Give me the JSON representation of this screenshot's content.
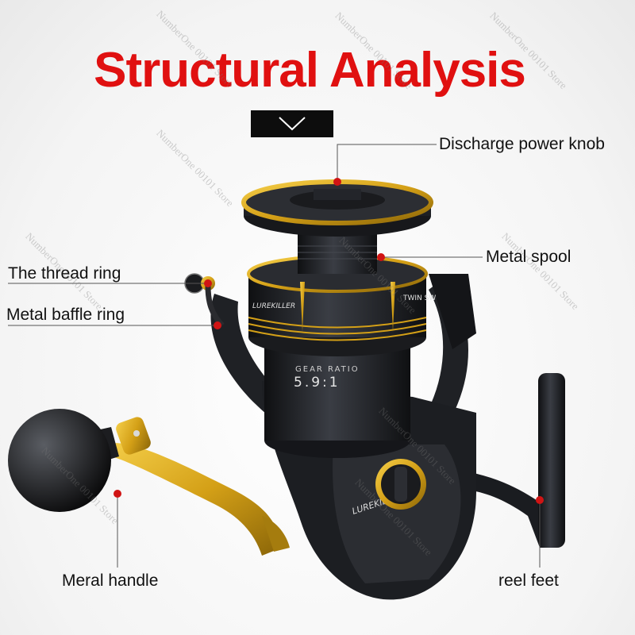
{
  "title": "Structural Analysis",
  "colors": {
    "title": "#e01010",
    "marker": "#d01414",
    "gold": "#d4a017",
    "body": "#1c1e22",
    "line": "#555555"
  },
  "labels": {
    "discharge_knob": "Discharge power knob",
    "metal_spool": "Metal spool",
    "thread_ring": "The thread ring",
    "baffle_ring": "Metal baffle ring",
    "handle": "Meral handle",
    "reel_feet": "reel feet"
  },
  "reel_text": {
    "brand": "LUREKILLER",
    "gear_label": "GEAR RATIO",
    "gear_value": "5.9:1",
    "model": "TWIN SW"
  },
  "watermark": "NumberOne 00101 Store",
  "icons": {
    "header": "chevron-down-icon",
    "marker": "red-dot-icon"
  }
}
